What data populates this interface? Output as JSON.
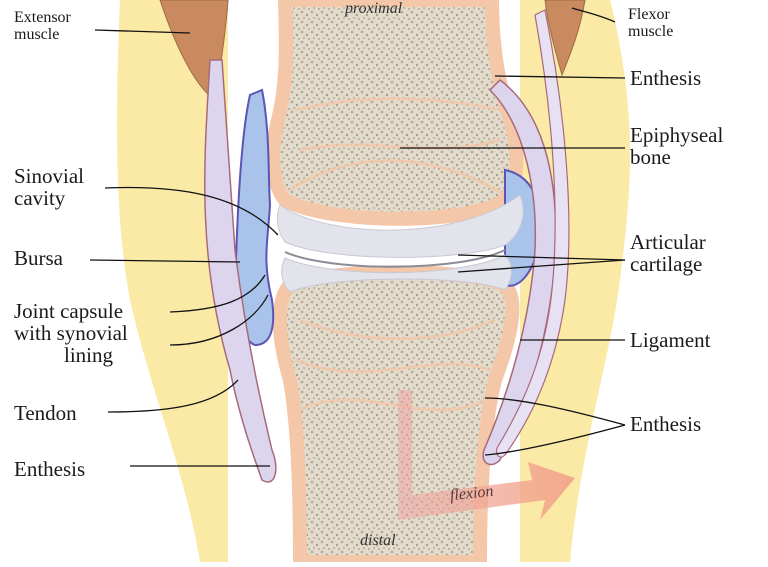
{
  "labels": {
    "extensor_muscle": [
      "Extensor",
      "muscle"
    ],
    "flexor_muscle": [
      "Flexor",
      "muscle"
    ],
    "proximal": "proximal",
    "distal": "distal",
    "enthesis_top": "Enthesis",
    "epiphyseal_bone": [
      "Epiphyseal",
      "bone"
    ],
    "sinovial_cavity": [
      "Sinovial",
      "cavity"
    ],
    "articular_cartilage": [
      "Articular",
      "cartilage"
    ],
    "bursa": "Bursa",
    "joint_capsule": [
      "Joint capsule",
      "with synovial",
      "lining"
    ],
    "ligament": "Ligament",
    "tendon": "Tendon",
    "enthesis_right": "Enthesis",
    "enthesis_left": "Enthesis",
    "flexion": "flexion"
  },
  "colors": {
    "skin": "#fbeaa6",
    "bone_outline": "#f3c7a8",
    "bone_fill": "#d9d2c2",
    "cartilage": "#e3e3ec",
    "capsule": "#a9c3ea",
    "capsule_edge": "#5b55b5",
    "tendon": "#ddd5ee",
    "tendon_edge": "#a86a7a",
    "muscle": "#c98a5f",
    "flexion_arrow": "#f2a08a"
  }
}
